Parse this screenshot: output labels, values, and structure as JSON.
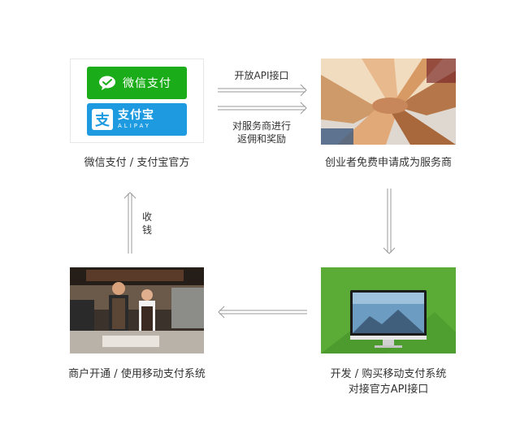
{
  "boxes": {
    "payments": {
      "wechat_label": "微信支付",
      "alipay_cn": "支付宝",
      "alipay_en": "ALIPAY",
      "alipay_mark": "支",
      "caption": "微信支付 / 支付宝官方"
    },
    "entrepreneurs": {
      "caption": "创业者免费申请成为服务商"
    },
    "development": {
      "caption_line1": "开发 / 购买移动支付系统",
      "caption_line2": "对接官方API接口"
    },
    "merchant": {
      "caption": "商户开通 / 使用移动支付系统"
    }
  },
  "arrows": {
    "top_upper_label": "开放API接口",
    "top_lower_label_line1": "对服务商进行",
    "top_lower_label_line2": "返佣和奖励",
    "left_label_char1": "收",
    "left_label_char2": "钱"
  },
  "colors": {
    "wechat_green": "#1aad19",
    "alipay_blue": "#1e9be0",
    "arrow_gray": "#9a9a9a"
  }
}
